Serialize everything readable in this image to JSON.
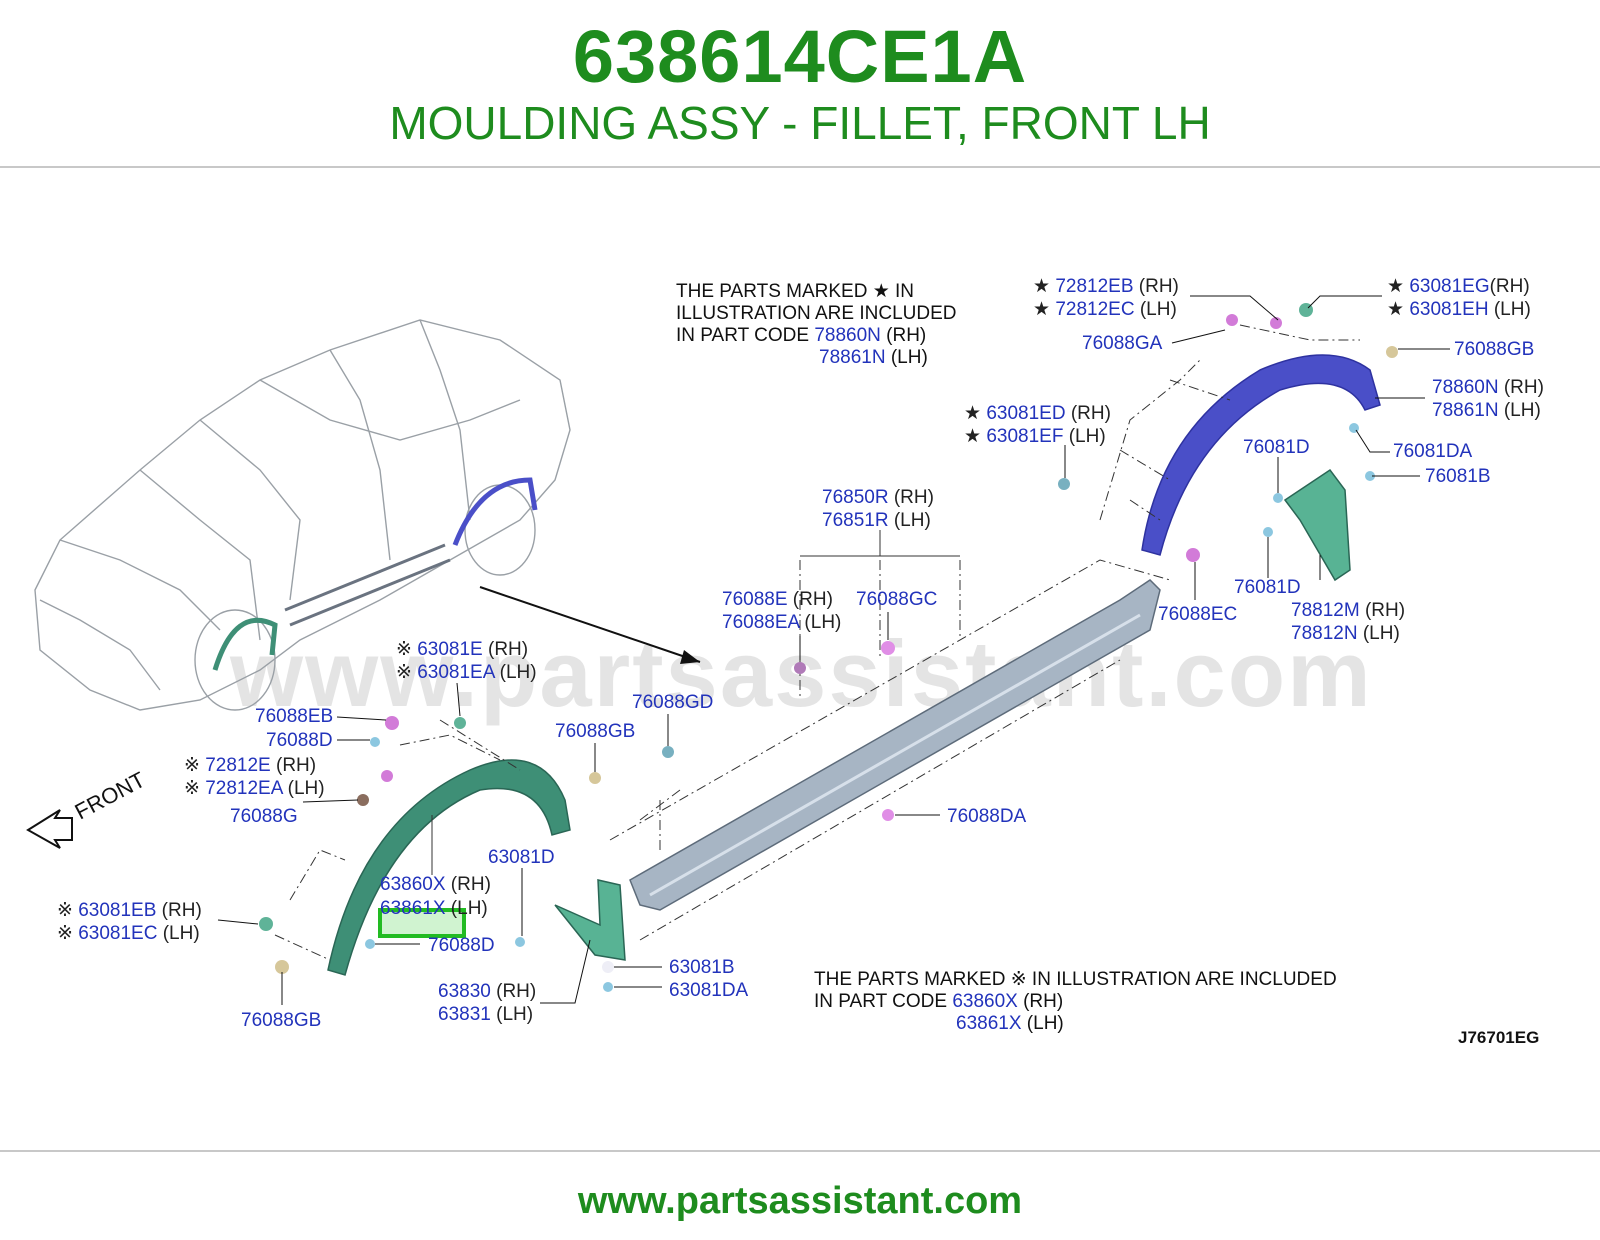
{
  "header": {
    "part_number": "638614CE1A",
    "description": "MOULDING ASSY - FILLET, FRONT LH"
  },
  "footer": {
    "website": "www.partsassistant.com"
  },
  "watermark": "www.partsassistant.com",
  "diagram": {
    "reference_code": "J76701EG",
    "front_label": "FRONT",
    "highlighted_part": "63861X",
    "note_star": {
      "line1": "THE PARTS MARKED ★ IN",
      "line2": "ILLUSTRATION ARE INCLUDED",
      "line3": "IN PART CODE",
      "code_rh": "78860N",
      "code_lh": "78861N",
      "rh": "(RH)",
      "lh": "(LH)"
    },
    "note_ref": {
      "line1": "THE PARTS MARKED ※ IN ILLUSTRATION ARE INCLUDED",
      "line2": "IN PART CODE",
      "code_rh": "63860X",
      "code_lh": "63861X",
      "rh": "(RH)",
      "lh": "(LH)"
    },
    "labels": [
      {
        "prefix": "★ ",
        "code": "72812EB",
        "suffix": " (RH)"
      },
      {
        "prefix": "★ ",
        "code": "72812EC",
        "suffix": " (LH)"
      },
      {
        "prefix": "★ ",
        "code": "63081EG",
        "suffix": "(RH)"
      },
      {
        "prefix": "★ ",
        "code": "63081EH",
        "suffix": " (LH)"
      },
      {
        "prefix": "",
        "code": "76088GA",
        "suffix": ""
      },
      {
        "prefix": "",
        "code": "76088GB",
        "suffix": ""
      },
      {
        "prefix": "",
        "code": "78860N",
        "suffix": " (RH)"
      },
      {
        "prefix": "",
        "code": "78861N",
        "suffix": " (LH)"
      },
      {
        "prefix": "★ ",
        "code": "63081ED",
        "suffix": " (RH)"
      },
      {
        "prefix": "★ ",
        "code": "63081EF",
        "suffix": " (LH)"
      },
      {
        "prefix": "",
        "code": "76081D",
        "suffix": ""
      },
      {
        "prefix": "",
        "code": "76081DA",
        "suffix": ""
      },
      {
        "prefix": "",
        "code": "76081B",
        "suffix": ""
      },
      {
        "prefix": "",
        "code": "76850R",
        "suffix": " (RH)"
      },
      {
        "prefix": "",
        "code": "76851R",
        "suffix": " (LH)"
      },
      {
        "prefix": "",
        "code": "76088E",
        "suffix": "   (RH)"
      },
      {
        "prefix": "",
        "code": "76088EA",
        "suffix": " (LH)"
      },
      {
        "prefix": "",
        "code": "76088GC",
        "suffix": ""
      },
      {
        "prefix": "",
        "code": "76088EC",
        "suffix": ""
      },
      {
        "prefix": "",
        "code": "76081D",
        "suffix": ""
      },
      {
        "prefix": "",
        "code": "78812M",
        "suffix": " (RH)"
      },
      {
        "prefix": "",
        "code": "78812N",
        "suffix": " (LH)"
      },
      {
        "prefix": "※ ",
        "code": "63081E",
        "suffix": "    (RH)"
      },
      {
        "prefix": "※ ",
        "code": "63081EA",
        "suffix": " (LH)"
      },
      {
        "prefix": "",
        "code": "76088GD",
        "suffix": ""
      },
      {
        "prefix": "",
        "code": "76088EB",
        "suffix": ""
      },
      {
        "prefix": "",
        "code": "76088D",
        "suffix": ""
      },
      {
        "prefix": "",
        "code": "76088GB",
        "suffix": ""
      },
      {
        "prefix": "※ ",
        "code": "72812E",
        "suffix": "    (RH)"
      },
      {
        "prefix": "※ ",
        "code": "72812EA",
        "suffix": " (LH)"
      },
      {
        "prefix": "",
        "code": "76088G",
        "suffix": ""
      },
      {
        "prefix": "",
        "code": "76088DA",
        "suffix": ""
      },
      {
        "prefix": "",
        "code": "63081D",
        "suffix": ""
      },
      {
        "prefix": "",
        "code": "63860X",
        "suffix": " (RH)"
      },
      {
        "prefix": "",
        "code": "63861X",
        "suffix": " (LH)"
      },
      {
        "prefix": "※ ",
        "code": "63081EB",
        "suffix": " (RH)"
      },
      {
        "prefix": "※ ",
        "code": "63081EC",
        "suffix": " (LH)"
      },
      {
        "prefix": "",
        "code": "76088D",
        "suffix": ""
      },
      {
        "prefix": "",
        "code": "63081B",
        "suffix": ""
      },
      {
        "prefix": "",
        "code": "63081DA",
        "suffix": ""
      },
      {
        "prefix": "",
        "code": "63830",
        "suffix": " (RH)"
      },
      {
        "prefix": "",
        "code": "63831",
        "suffix": " (LH)"
      },
      {
        "prefix": "",
        "code": "76088GB",
        "suffix": ""
      }
    ]
  },
  "colors": {
    "title": "#1e8c1e",
    "code": "#2233bb",
    "front_fender_moulding": "#3e8f76",
    "rear_fender_moulding": "#4a4fc8",
    "sill_moulding": "#9aaabb",
    "highlight": "#22bb22"
  }
}
